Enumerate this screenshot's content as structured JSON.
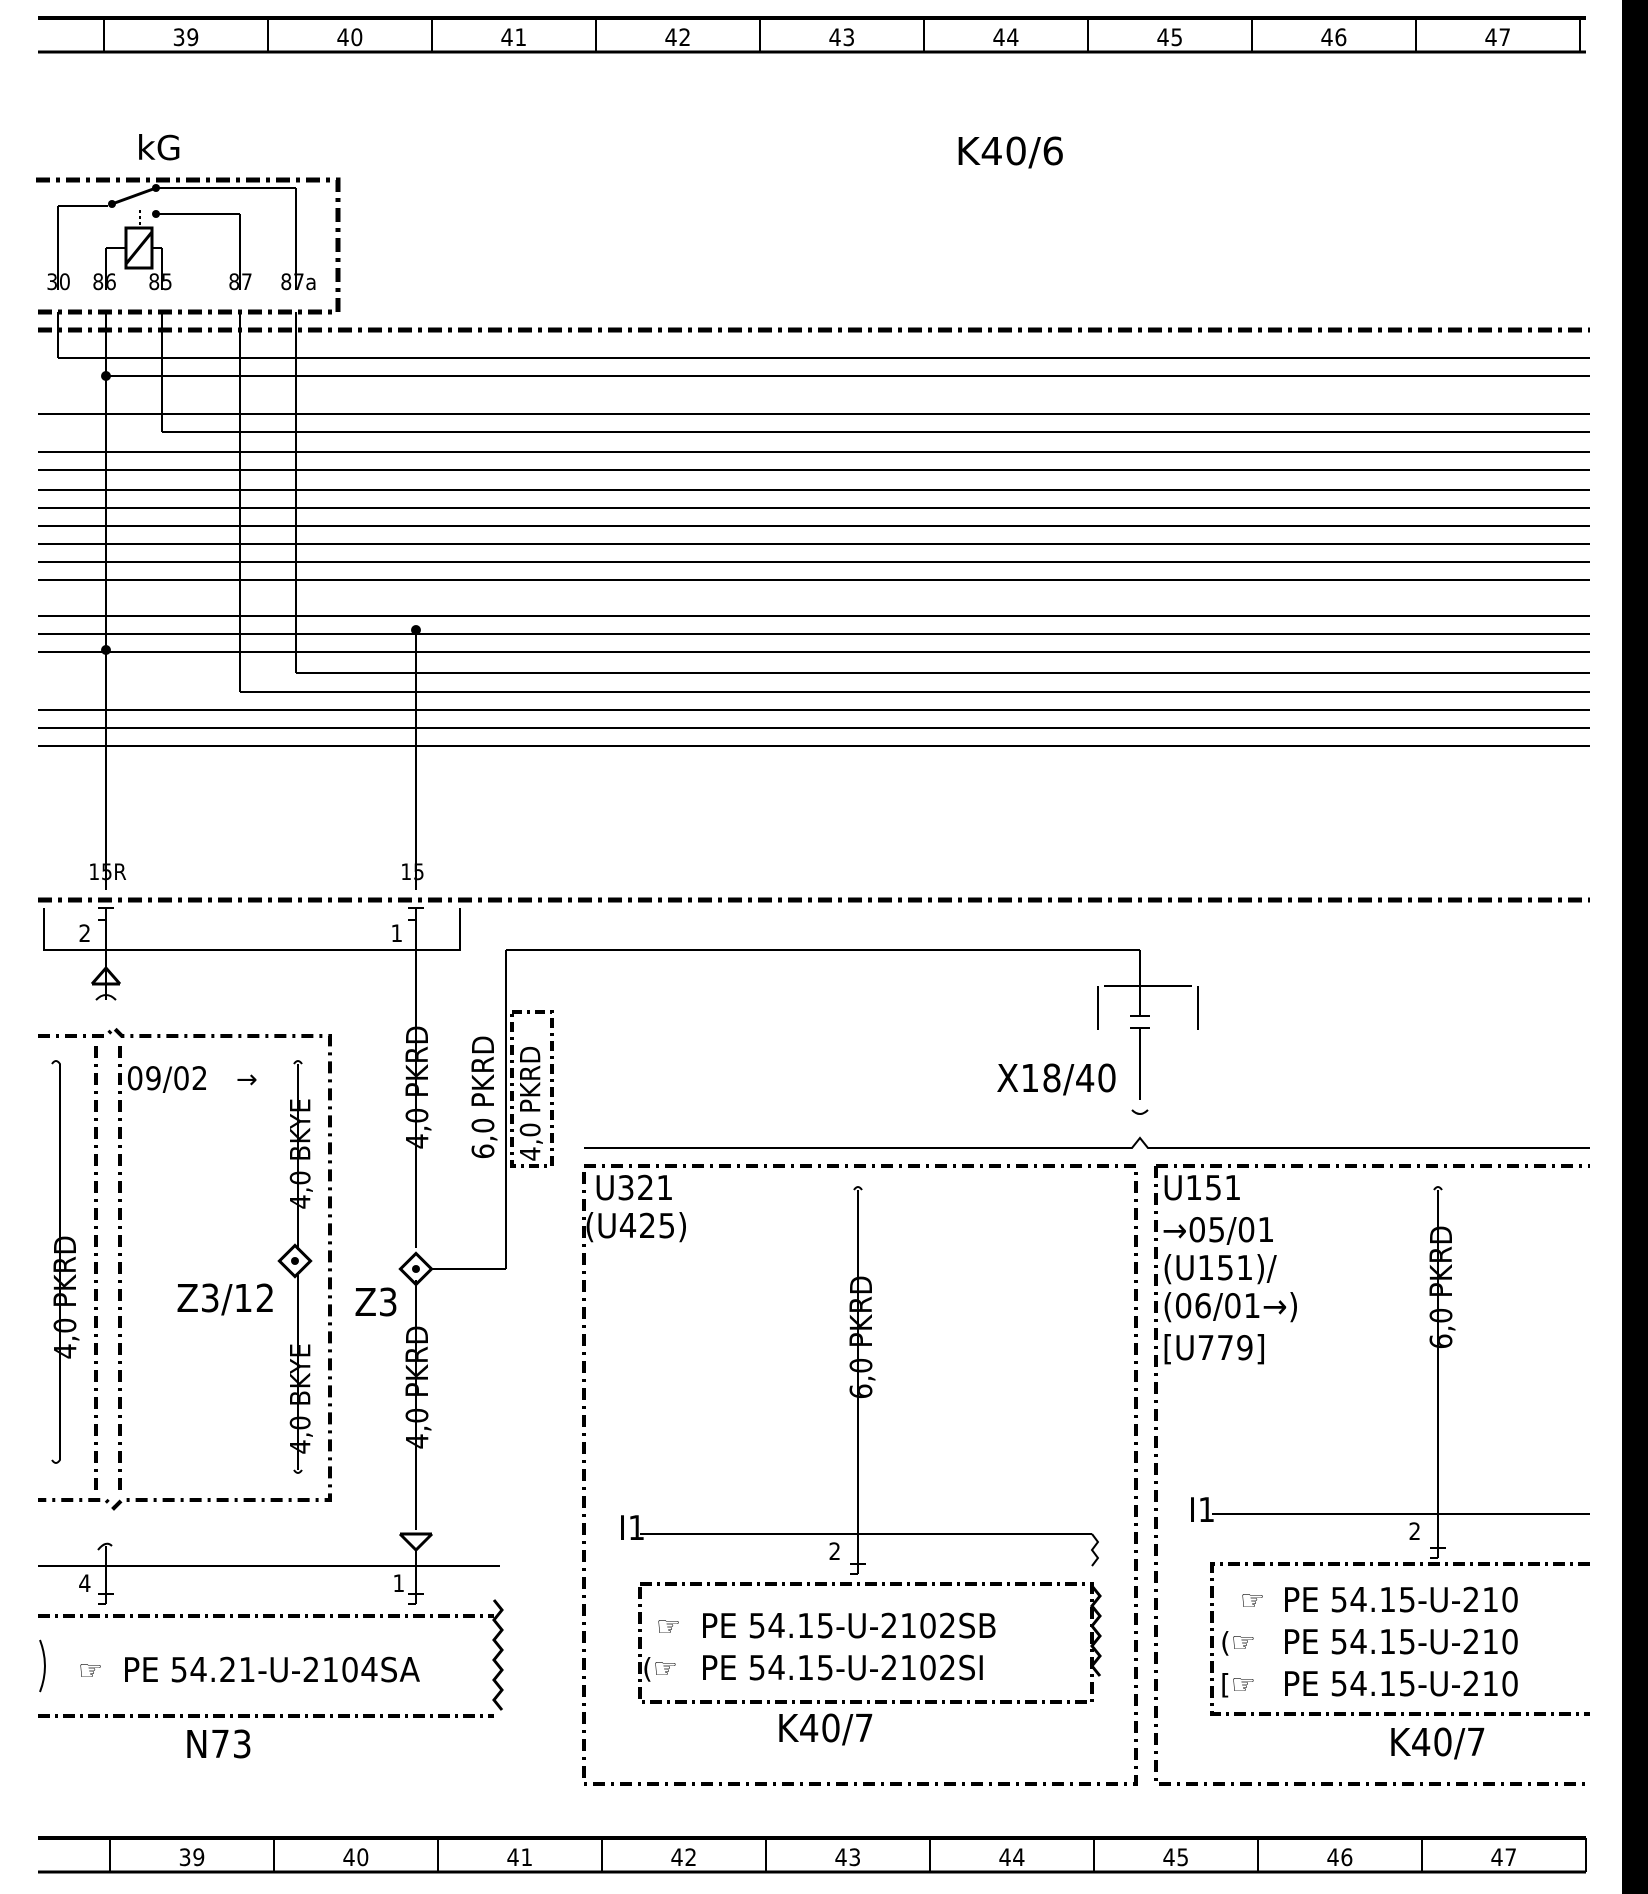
{
  "grid": {
    "columns": [
      "39",
      "40",
      "41",
      "42",
      "43",
      "44",
      "45",
      "46",
      "47"
    ]
  },
  "components": {
    "relay_kG": "kG",
    "relay_title": "K40/6",
    "relay_pins": [
      "30",
      "86",
      "85",
      "87",
      "87a"
    ],
    "pin_15R": "15R",
    "pin_15": "15",
    "pin_2": "2",
    "pin_1": "1",
    "x18": "X18/40",
    "z3_12": "Z3/12",
    "z3": "Z3",
    "n73": "N73",
    "n73_pin4": "4",
    "n73_pin1": "1",
    "k40_7_left": "K40/7",
    "k40_7_right": "K40/7",
    "i1_left": "I1",
    "i1_right": "I1",
    "pin2_left": "2",
    "pin2_right": "2"
  },
  "wires": {
    "pkrd_40": "4,0 PKRD",
    "pkrd_60": "6,0 PKRD",
    "bkye_40": "4,0 BKYE",
    "date_0902": "09/02",
    "box_u321": "U321",
    "box_u425": "(U425)",
    "box_u151": "U151",
    "box_0501": "→05/01",
    "box_u151b": "(U151)/",
    "box_0601": "(06/01→)",
    "box_u779": "[U779]"
  },
  "references": {
    "n73_ref": "PE  54.21-U-2104SA",
    "k40_left_1": "PE  54.15-U-2102SB",
    "k40_left_2": "PE  54.15-U-2102SI",
    "k40_right_1": "PE  54.15-U-210",
    "k40_right_2": "PE  54.15-U-210",
    "k40_right_3": "PE  54.15-U-210"
  }
}
